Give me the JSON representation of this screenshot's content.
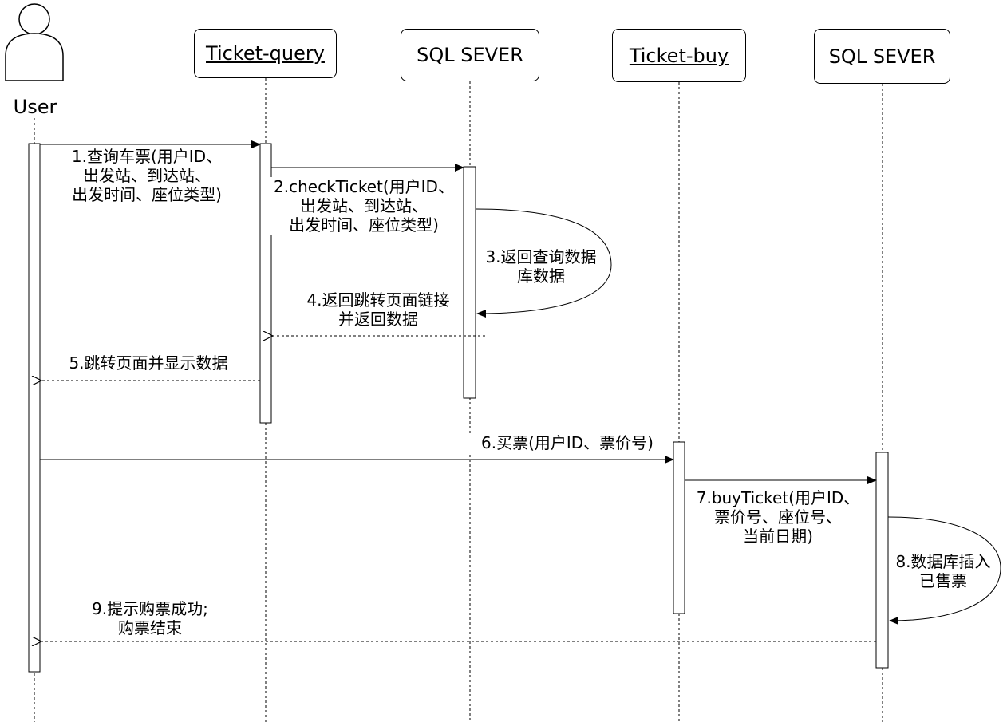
{
  "participants": {
    "user": "User",
    "ticket_query": "Ticket-query",
    "sql_sever_1": "SQL SEVER",
    "ticket_buy": "Ticket-buy",
    "sql_sever_2": "SQL SEVER"
  },
  "messages": {
    "m1": [
      "1.查询车票(用户ID、",
      "出发站、到达站、",
      "出发时间、座位类型)"
    ],
    "m2": [
      "2.checkTicket(用户ID、",
      "出发站、到达站、",
      "出发时间、座位类型)"
    ],
    "m3": [
      "3.返回查询数据",
      "库数据"
    ],
    "m4": [
      "4.返回跳转页面链接",
      "并返回数据"
    ],
    "m5": [
      "5.跳转页面并显示数据"
    ],
    "m6": [
      "6.买票(用户ID、票价号)"
    ],
    "m7": [
      "7.buyTicket(用户ID、",
      "票价号、座位号、",
      "当前日期)"
    ],
    "m8": [
      "8.数据库插入",
      "已售票"
    ],
    "m9": [
      "9.提示购票成功;",
      "购票结束"
    ]
  },
  "colors": {
    "stroke": "#000000",
    "background": "#ffffff"
  }
}
